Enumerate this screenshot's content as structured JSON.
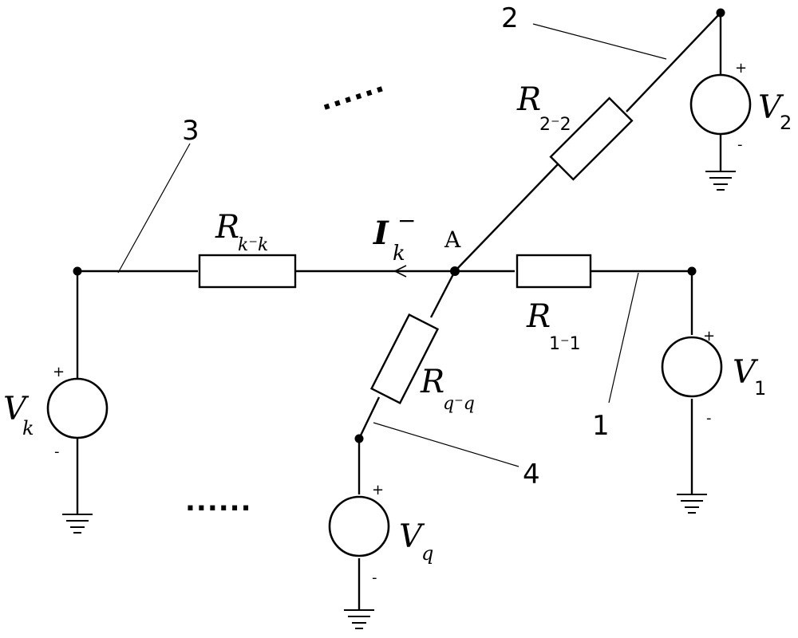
{
  "node_label": "A",
  "current": {
    "symbol": "I",
    "sup": "−",
    "sub": "k"
  },
  "branches": [
    {
      "id": "1",
      "res": {
        "main": "R",
        "sub": "1⁻1"
      },
      "src": {
        "main": "V",
        "sub": "1"
      }
    },
    {
      "id": "2",
      "res": {
        "main": "R",
        "sub": "2⁻2"
      },
      "src": {
        "main": "V",
        "sub": "2"
      }
    },
    {
      "id": "3",
      "res": {
        "main": "R",
        "sub": "k⁻k"
      },
      "src": {
        "main": "V",
        "sub": "k"
      }
    },
    {
      "id": "4",
      "res": {
        "main": "R",
        "sub": "q⁻q"
      },
      "src": {
        "main": "V",
        "sub": "q"
      }
    }
  ],
  "polarity": {
    "plus": "+",
    "minus": "-"
  },
  "ellipsis": "......"
}
